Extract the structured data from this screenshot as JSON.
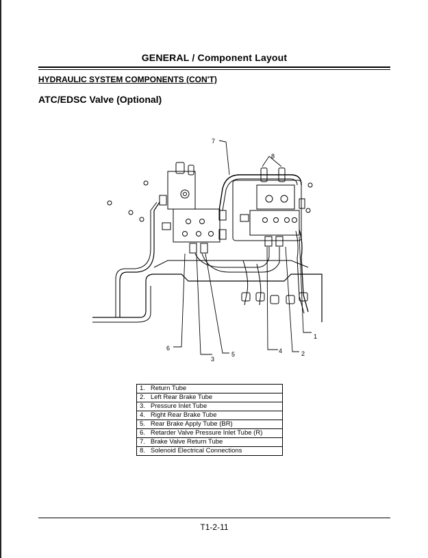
{
  "header": {
    "title": "GENERAL / Component Layout"
  },
  "section": {
    "title": "HYDRAULIC SYSTEM COMPONENTS (CON'T)"
  },
  "subsection": {
    "title": "ATC/EDSC Valve (Optional)"
  },
  "figure": {
    "callouts": [
      "1",
      "2",
      "3",
      "4",
      "5",
      "6",
      "7",
      "8"
    ]
  },
  "legend": {
    "items": [
      {
        "num": "1.",
        "label": "Return Tube"
      },
      {
        "num": "2.",
        "label": "Left Rear Brake Tube"
      },
      {
        "num": "3.",
        "label": "Pressure Inlet Tube"
      },
      {
        "num": "4.",
        "label": "Right Rear Brake Tube"
      },
      {
        "num": "5.",
        "label": "Rear Brake Apply Tube (BR)"
      },
      {
        "num": "6.",
        "label": "Retarder Valve Pressure Inlet Tube (R)"
      },
      {
        "num": "7.",
        "label": "Brake Valve Return Tube"
      },
      {
        "num": "8.",
        "label": "Solenoid Electrical Connections"
      }
    ]
  },
  "footer": {
    "page_number": "T1-2-11"
  }
}
